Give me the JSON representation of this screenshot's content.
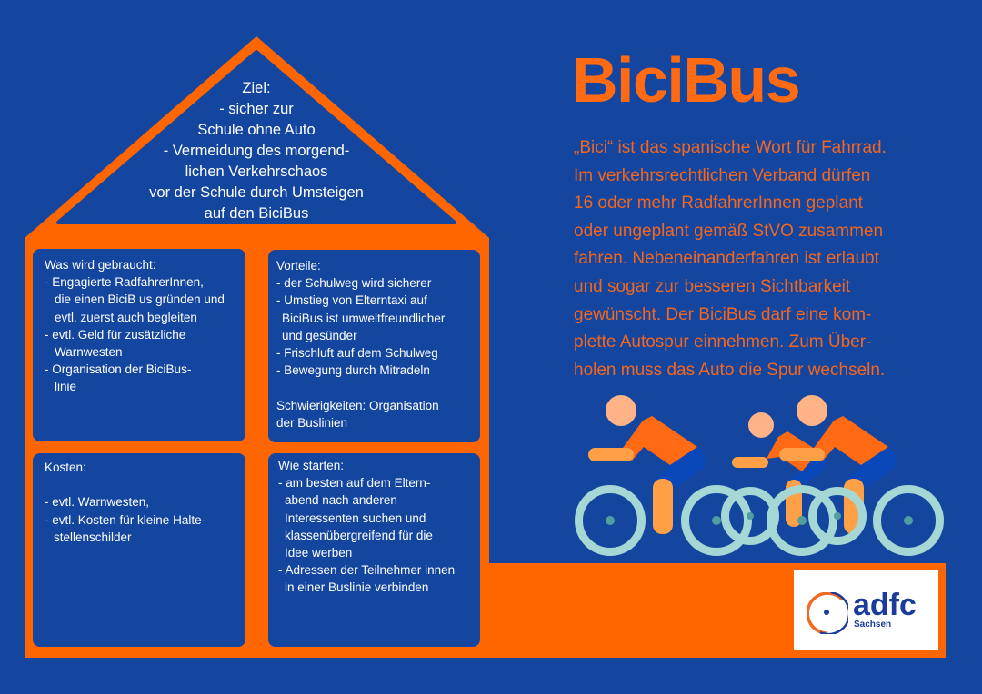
{
  "header": {
    "title": "BiciBus"
  },
  "description": {
    "lines": [
      "„Bici“ ist das spanische Wort für Fahrrad.",
      "Im verkehrsrechtlichen Verband dürfen",
      "16 oder mehr RadfahrerInnen geplant",
      "oder ungeplant gemäß StVO zusammen",
      "fahren. Nebeneinanderfahren ist erlaubt",
      "und sogar zur besseren Sichtbarkeit",
      "gewünscht. Der BiciBus darf eine kom-",
      "plette Autospur einnehmen. Zum Über-",
      "holen muss das Auto die Spur wechseln."
    ]
  },
  "roof": {
    "lines": [
      "Ziel:",
      "- sicher zur",
      "Schule ohne Auto",
      "- Vermeidung des morgend-",
      "lichen Verkehrschaos",
      "vor der Schule durch Umsteigen",
      "auf den BiciBus"
    ]
  },
  "boxes": {
    "needs": {
      "lines": [
        "Was wird gebraucht:",
        "- Engagierte RadfahrerInnen,",
        "die einen BiciB us gründen und",
        "evtl. zuerst auch begleiten",
        "- evtl. Geld für zusätzliche",
        "Warnwesten",
        "- Organisation der BiciBus-",
        "linie"
      ]
    },
    "advantages": {
      "lines": [
        "Vorteile:",
        "- der Schulweg wird sicherer",
        "- Umstieg von Elterntaxi auf",
        "BiciBus ist umweltfreundlicher",
        "und gesünder",
        "- Frischluft auf dem Schulweg",
        "- Bewegung durch Mitradeln"
      ],
      "difficulties": [
        "Schwierigkeiten: Organisation",
        "der Buslinien"
      ]
    },
    "costs": {
      "lines": [
        "Kosten:",
        "- evtl. Warnwesten,",
        "- evtl. Kosten für kleine Halte-",
        "stellenschilder"
      ]
    },
    "getting_started": {
      "lines": [
        "Wie starten:",
        "- am besten auf dem Eltern-",
        "abend nach anderen",
        "Interessenten suchen und",
        "klassenübergreifend für die",
        "Idee werben",
        "- Adressen der Teilnehmer innen",
        "in einer Buslinie verbinden"
      ]
    }
  },
  "illustration": {
    "icon": "cyclists-icon",
    "cyclist_count": 3
  },
  "logo": {
    "icon": "adfc-wheel-icon",
    "name": "adfc",
    "region": "Sachsen"
  },
  "colors": {
    "background": "#1446a0",
    "accent_orange": "#ff6a13",
    "text_light": "#ffffff",
    "logo_blue": "#1a3c9c",
    "wheel": "#a5d7d5",
    "skin": "#ffb387"
  }
}
